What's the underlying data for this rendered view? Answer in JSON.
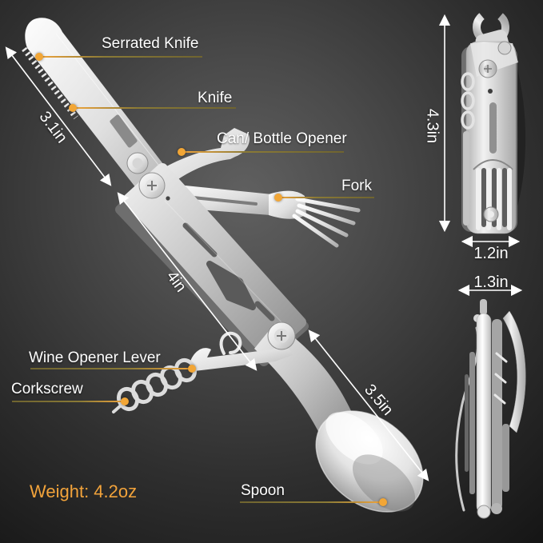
{
  "product": {
    "part_labels": [
      {
        "id": "serrated-knife",
        "text": "Serrated Knife"
      },
      {
        "id": "knife",
        "text": "Knife"
      },
      {
        "id": "can-bottle-opener",
        "text": "Can/ Bottle Opener"
      },
      {
        "id": "fork",
        "text": "Fork"
      },
      {
        "id": "wine-opener-lever",
        "text": "Wine Opener Lever"
      },
      {
        "id": "corkscrew",
        "text": "Corkscrew"
      },
      {
        "id": "spoon",
        "text": "Spoon"
      }
    ],
    "measurements": {
      "serrated_knife_length": "3.1in",
      "handle_length": "4in",
      "spoon_length": "3.5in",
      "folded_height": "4.3in",
      "folded_width": "1.2in",
      "folded_thickness": "1.3in"
    },
    "weight_text": "Weight: 4.2oz"
  },
  "colors": {
    "accent_dot": "#f2a636",
    "leader_line_bright": "#f0a53c",
    "leader_line_dark": "#6f6430",
    "label_text": "#ffffff",
    "weight_text": "#f2a33b",
    "background_center": "#606060",
    "background_edge": "#151515"
  }
}
